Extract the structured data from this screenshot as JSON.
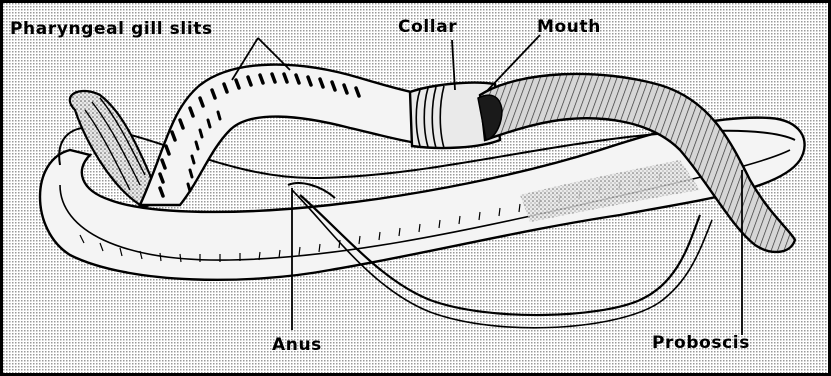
{
  "labels": {
    "gill_slits": "Pharyngeal gill slits",
    "collar": "Collar",
    "mouth": "Mouth",
    "anus": "Anus",
    "proboscis": "Proboscis"
  },
  "colors": {
    "ink": "#000000",
    "paper": "#ffffff",
    "background_dots": "#b8b8b8",
    "body_shade": "#dcdcdc"
  }
}
